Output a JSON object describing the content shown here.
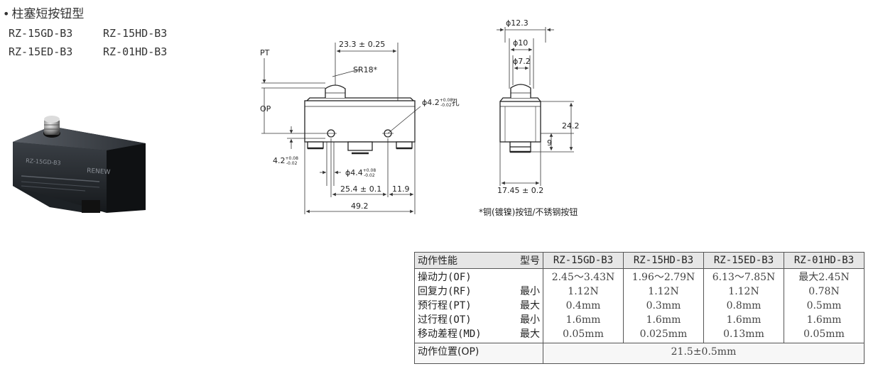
{
  "heading": {
    "bullet": "•",
    "title": "柱塞短按钮型"
  },
  "models": [
    [
      "RZ-15GD-B3",
      "RZ-15HD-B3"
    ],
    [
      "RZ-15ED-B3",
      "RZ-01HD-B3"
    ]
  ],
  "photo_label": "RZ-15GD-B3",
  "photo_brand": "RENEW",
  "drawing": {
    "pt": "PT",
    "op": "OP",
    "width_top": "23.3 ± 0.25",
    "sr": "SR18*",
    "hole": "ϕ4.2",
    "hole_tol_up": "+0.08",
    "hole_tol_dn": "-0.02",
    "hole_suffix": "孔",
    "side": "4.2",
    "side_tol_up": "+0.08",
    "side_tol_dn": "-0.02",
    "pin": "ϕ4.4",
    "pin_tol_up": "+0.08",
    "pin_tol_dn": "-0.02",
    "pitch": "25.4 ± 0.1",
    "end": "11.9",
    "length": "49.2",
    "d1": "ϕ12.3",
    "d2": "ϕ10",
    "d3": "ϕ7.2",
    "height": "24.2",
    "h9": "9",
    "depth": "17.45 ± 0.2",
    "note": "*铜(镀镍)按钮/不锈钢按钮"
  },
  "table": {
    "corner_left": "动作性能",
    "corner_right": "型号",
    "columns": [
      "RZ-15GD-B3",
      "RZ-15HD-B3",
      "RZ-15ED-B3",
      "RZ-01HD-B3"
    ],
    "rows": [
      {
        "label": "操动力",
        "code": "(OF)",
        "qual": "",
        "values": [
          "2.45～3.43N",
          "1.96～2.79N",
          "6.13～7.85N",
          "最大2.45N"
        ]
      },
      {
        "label": "回复力",
        "code": "(RF)",
        "qual": "最小",
        "values": [
          "1.12N",
          "1.12N",
          "1.12N",
          "0.78N"
        ]
      },
      {
        "label": "预行程",
        "code": "(PT)",
        "qual": "最大",
        "values": [
          "0.4mm",
          "0.3mm",
          "0.8mm",
          "0.5mm"
        ]
      },
      {
        "label": "过行程",
        "code": "(OT)",
        "qual": "最小",
        "values": [
          "1.6mm",
          "1.6mm",
          "1.6mm",
          "1.6mm"
        ]
      },
      {
        "label": "移动差程",
        "code": "(MD)",
        "qual": "最大",
        "values": [
          "0.05mm",
          "0.025mm",
          "0.13mm",
          "0.05mm"
        ]
      }
    ],
    "op_label": "动作位置(OP)",
    "op_value": "21.5±0.5mm"
  }
}
